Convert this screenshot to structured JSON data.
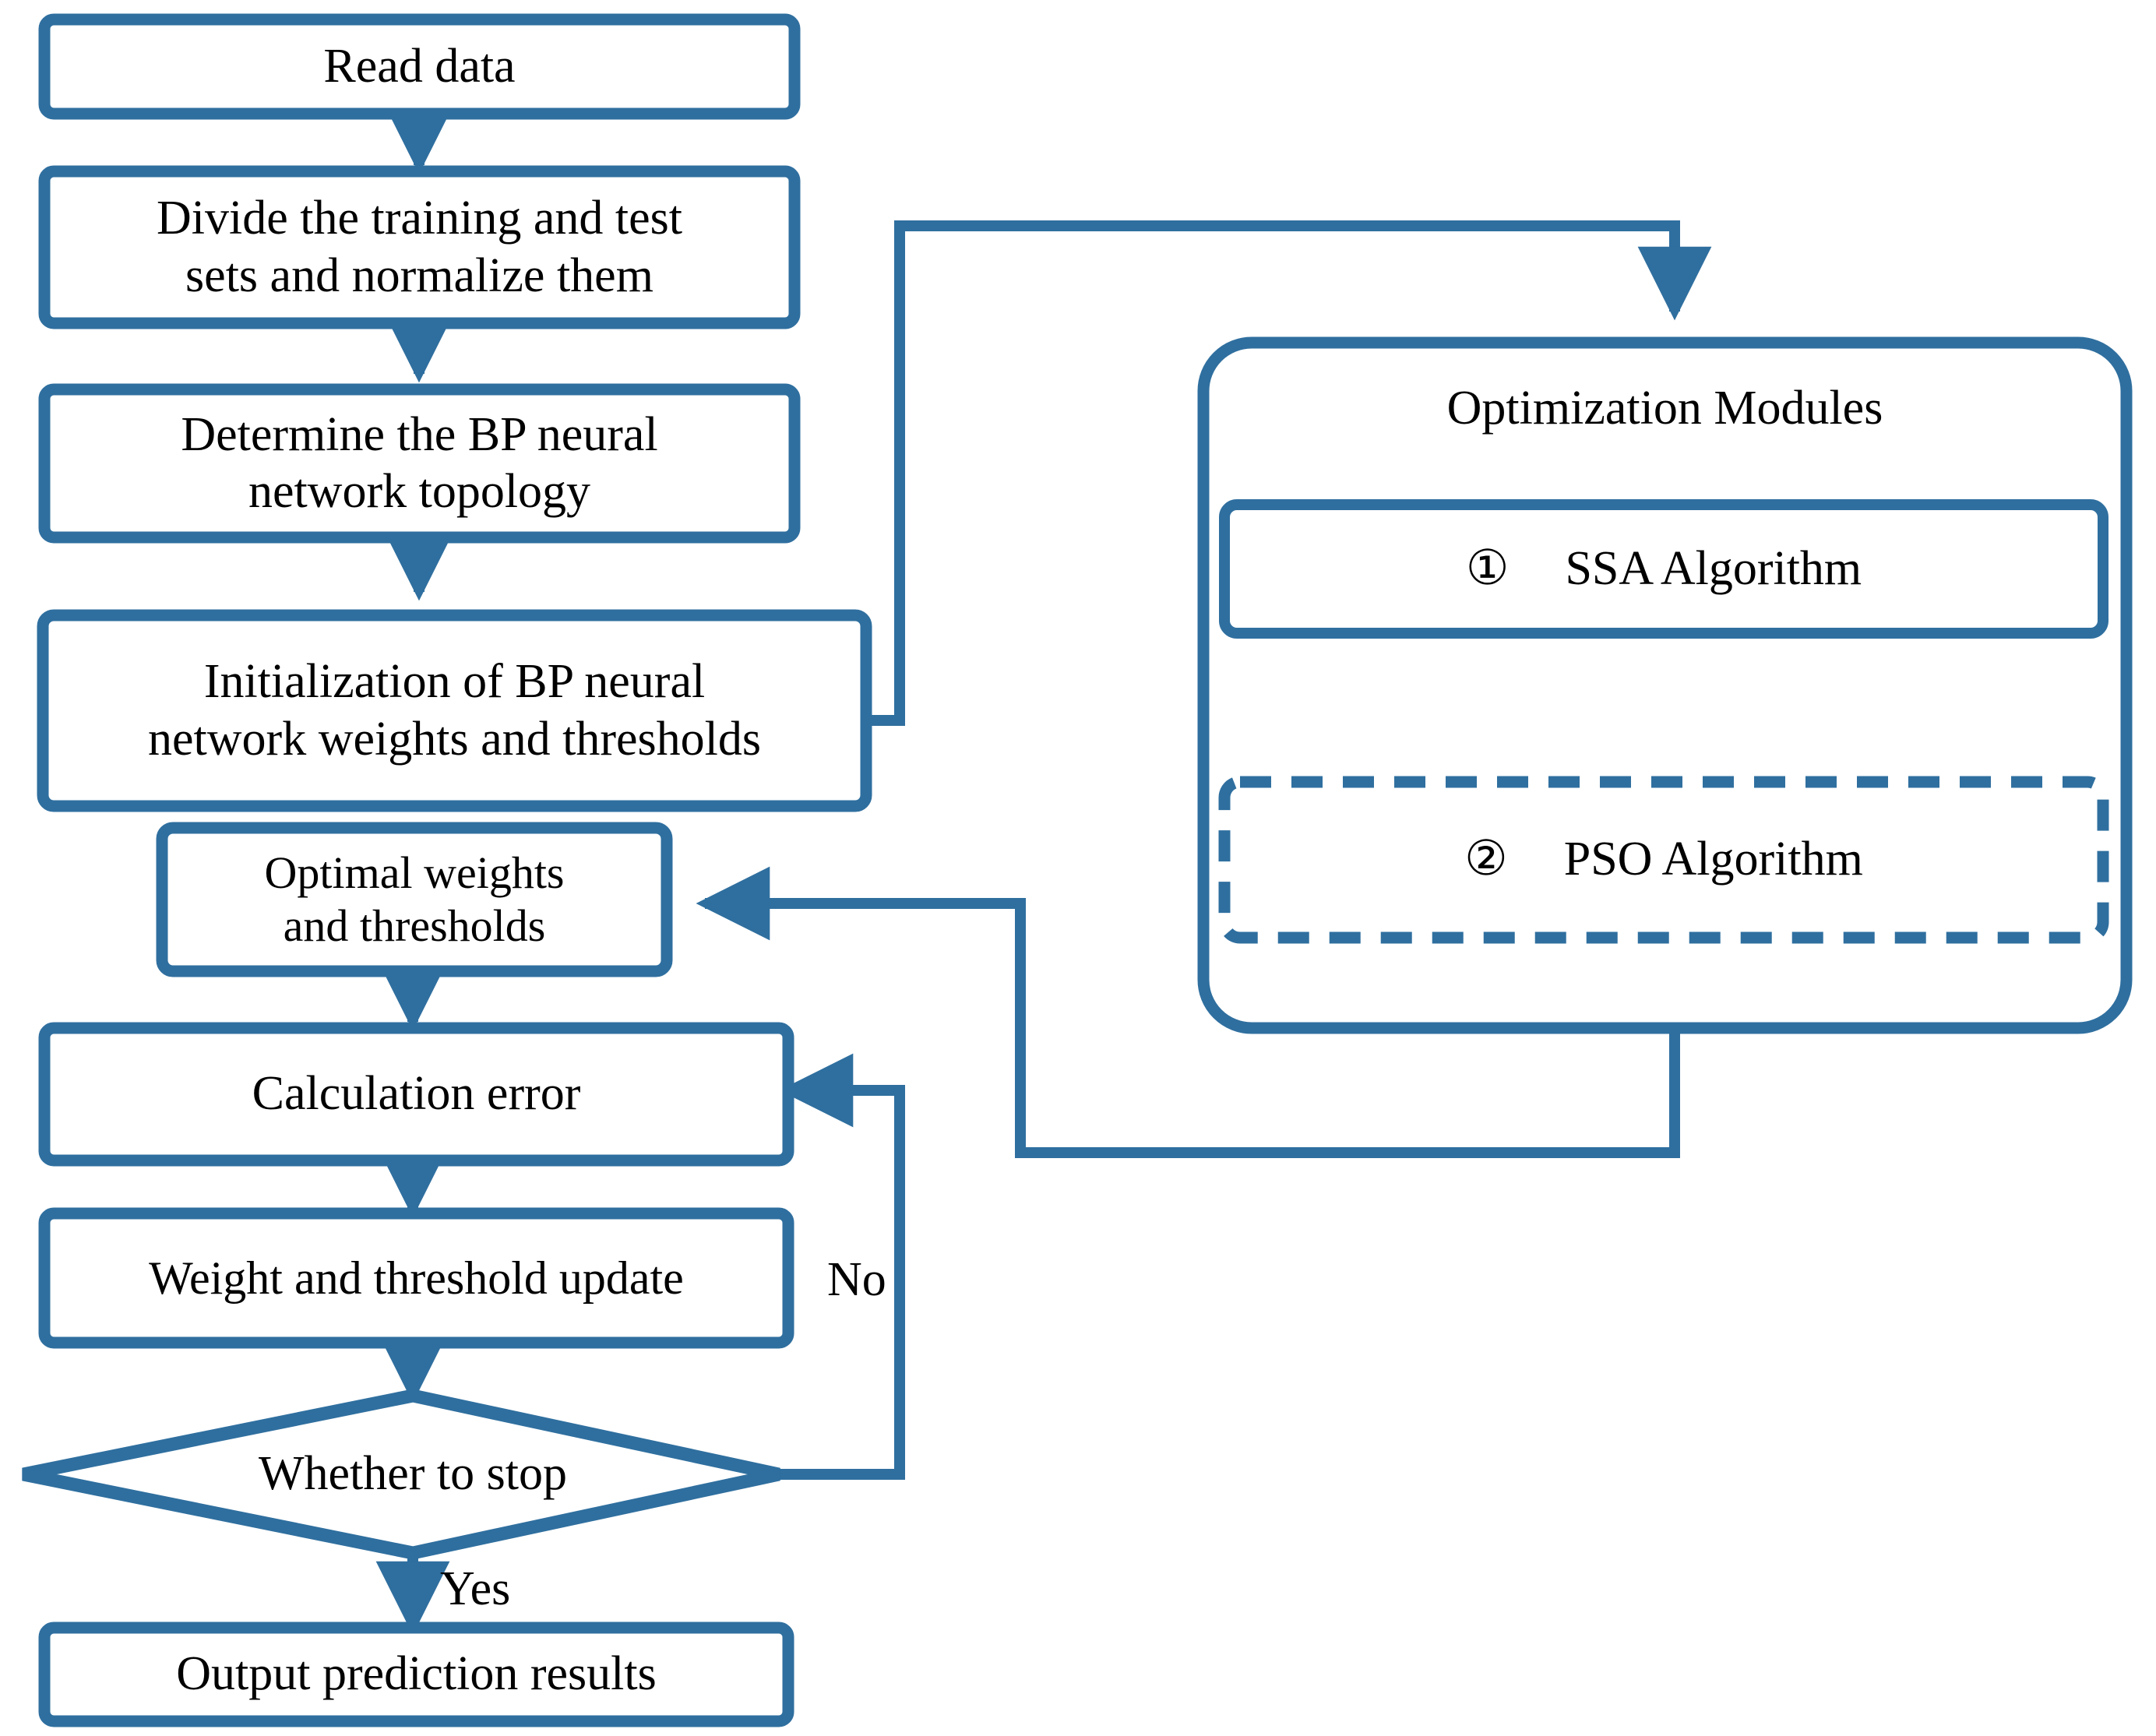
{
  "diagram": {
    "title": "BP neural network prediction flowchart with optimization modules",
    "accent_color": "#2f6f9f",
    "text_color": "#000000",
    "background_color": "#ffffff"
  },
  "nodes": [
    {
      "id": "read-data",
      "label": "Read data",
      "shape": "rounded-rect"
    },
    {
      "id": "divide-sets",
      "label": "Divide the training and test\nsets and normalize them",
      "shape": "rounded-rect"
    },
    {
      "id": "determine-topology",
      "label": "Determine the BP neural\nnetwork topology",
      "shape": "rounded-rect"
    },
    {
      "id": "initialization",
      "label": "Initialization of BP neural\nnetwork weights and thresholds",
      "shape": "rounded-rect"
    },
    {
      "id": "optimal-weights",
      "label": "Optimal weights\nand thresholds",
      "shape": "rounded-rect"
    },
    {
      "id": "calculation-error",
      "label": "Calculation error",
      "shape": "rounded-rect"
    },
    {
      "id": "weight-update",
      "label": "Weight and threshold update",
      "shape": "rounded-rect"
    },
    {
      "id": "whether-to-stop",
      "label": "Whether to stop",
      "shape": "diamond"
    },
    {
      "id": "output-results",
      "label": "Output prediction results",
      "shape": "rounded-rect"
    }
  ],
  "optimization_panel": {
    "title": "Optimization Modules",
    "modules": [
      {
        "id": "ssa",
        "marker": "①",
        "label": "SSA Algorithm",
        "border": "solid"
      },
      {
        "id": "pso",
        "marker": "②",
        "label": "PSO Algorithm",
        "border": "dashed"
      }
    ]
  },
  "edge_labels": {
    "no": "No",
    "yes": "Yes"
  },
  "edges": [
    {
      "from": "read-data",
      "to": "divide-sets",
      "label": ""
    },
    {
      "from": "divide-sets",
      "to": "determine-topology",
      "label": ""
    },
    {
      "from": "determine-topology",
      "to": "initialization",
      "label": ""
    },
    {
      "from": "initialization",
      "to": "optimization-panel",
      "label": ""
    },
    {
      "from": "optimization-panel",
      "to": "optimal-weights",
      "label": ""
    },
    {
      "from": "optimal-weights",
      "to": "calculation-error",
      "label": ""
    },
    {
      "from": "calculation-error",
      "to": "weight-update",
      "label": ""
    },
    {
      "from": "weight-update",
      "to": "whether-to-stop",
      "label": ""
    },
    {
      "from": "whether-to-stop",
      "to": "calculation-error",
      "label": "No"
    },
    {
      "from": "whether-to-stop",
      "to": "output-results",
      "label": "Yes"
    }
  ]
}
